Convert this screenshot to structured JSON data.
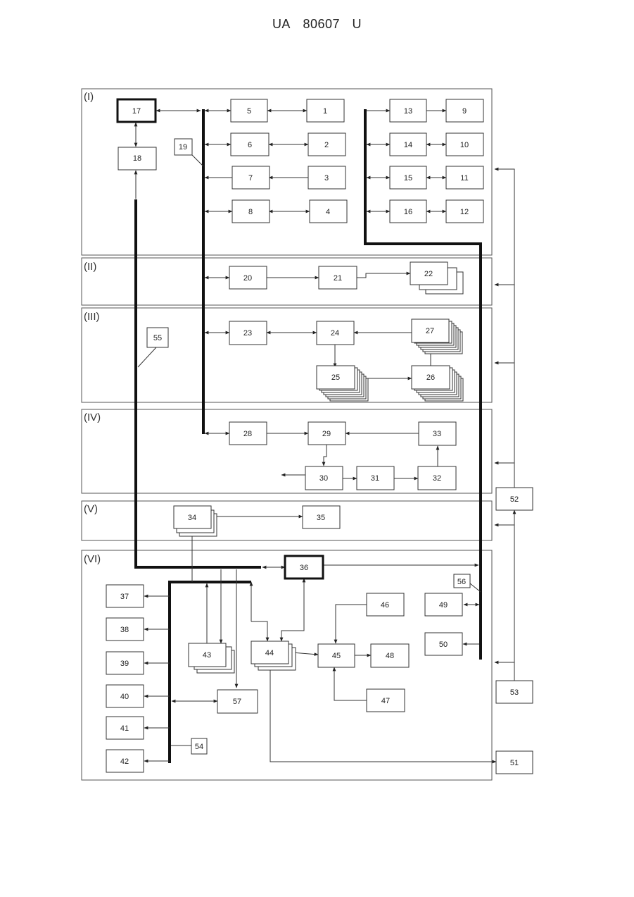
{
  "header": {
    "doc": "UA",
    "number": "80607",
    "kind": "U"
  },
  "sections": [
    "(I)",
    "(II)",
    "(III)",
    "(IV)",
    "(V)",
    "(VI)"
  ],
  "blocks": {
    "b1": "1",
    "b2": "2",
    "b3": "3",
    "b4": "4",
    "b5": "5",
    "b6": "6",
    "b7": "7",
    "b8": "8",
    "b9": "9",
    "b10": "10",
    "b11": "11",
    "b12": "12",
    "b13": "13",
    "b14": "14",
    "b15": "15",
    "b16": "16",
    "b17": "17",
    "b18": "18",
    "b19": "19",
    "b20": "20",
    "b21": "21",
    "b22": "22",
    "b23": "23",
    "b24": "24",
    "b25": "25",
    "b26": "26",
    "b27": "27",
    "b28": "28",
    "b29": "29",
    "b30": "30",
    "b31": "31",
    "b32": "32",
    "b33": "33",
    "b34": "34",
    "b35": "35",
    "b36": "36",
    "b37": "37",
    "b38": "38",
    "b39": "39",
    "b40": "40",
    "b41": "41",
    "b42": "42",
    "b43": "43",
    "b44": "44",
    "b45": "45",
    "b46": "46",
    "b47": "47",
    "b48": "48",
    "b49": "49",
    "b50": "50",
    "b51": "51",
    "b52": "52",
    "b53": "53",
    "b54": "54",
    "b55": "55",
    "b56": "56",
    "b57": "57"
  }
}
